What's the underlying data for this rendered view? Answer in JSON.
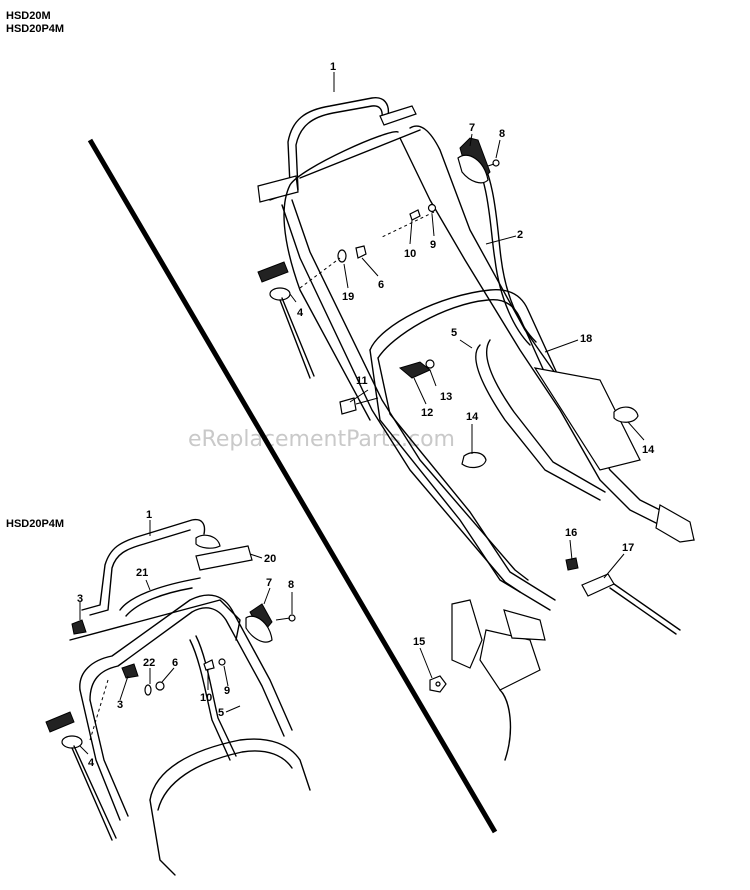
{
  "models": {
    "main_line1": "HSD20M",
    "main_line2": "HSD20P4M",
    "inset": "HSD20P4M"
  },
  "watermark": "eReplacementParts.com",
  "main_callouts": [
    "1",
    "7",
    "8",
    "2",
    "10",
    "9",
    "19",
    "6",
    "4",
    "5",
    "18",
    "11",
    "13",
    "12",
    "14",
    "14",
    "16",
    "17",
    "15"
  ],
  "inset_callouts": [
    "1",
    "20",
    "21",
    "3",
    "7",
    "8",
    "22",
    "6",
    "3",
    "10",
    "9",
    "5",
    "4"
  ]
}
